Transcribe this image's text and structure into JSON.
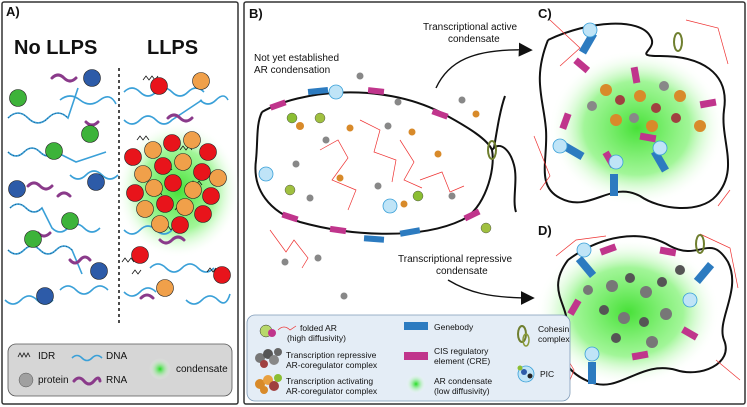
{
  "panel_a": {
    "letter": "A)",
    "title_left": "No LLPS",
    "title_right": "LLPS",
    "legend": {
      "idr": "IDR",
      "dna": "DNA",
      "protein": "protein",
      "rna": "RNA",
      "condensate": "condensate"
    }
  },
  "panel_b": {
    "letter": "B)",
    "not_established_line1": "Not yet established",
    "not_established_line2": "AR condensation",
    "active_line1": "Transcriptional active",
    "active_line2": "condensate",
    "repressive_line1": "Transcriptional repressive",
    "repressive_line2": "condensate"
  },
  "panel_c": {
    "letter": "C)"
  },
  "panel_d": {
    "letter": "D)"
  },
  "legend_b": {
    "folded_ar_1": "folded AR",
    "folded_ar_2": "(high diffusivity)",
    "repressive_1": "Transcription repressive",
    "repressive_2": "AR-coregulator complex",
    "activating_1": "Transcription activating",
    "activating_2": "AR-coregulator complex",
    "genebody": "Genebody",
    "cis_1": "CIS regulatory",
    "cis_2": "element (CRE)",
    "arcond_1": "AR condensate",
    "arcond_2": "(low diffusivity)",
    "cohesin_1": "Cohesin",
    "cohesin_2": "complex",
    "pic": "PIC"
  },
  "colors": {
    "protein_green": "#3db33a",
    "protein_blue": "#2d5ba8",
    "protein_red": "#e8141b",
    "protein_orange": "#f0a04a",
    "rna": "#8a3a8a",
    "dna": "#3aa0d8",
    "genebody": "#2c7bc0",
    "cre": "#c0358c",
    "condensate": "#33dd22",
    "panel_bg_border": "#333333",
    "legend_bg": "#e4edf6"
  }
}
